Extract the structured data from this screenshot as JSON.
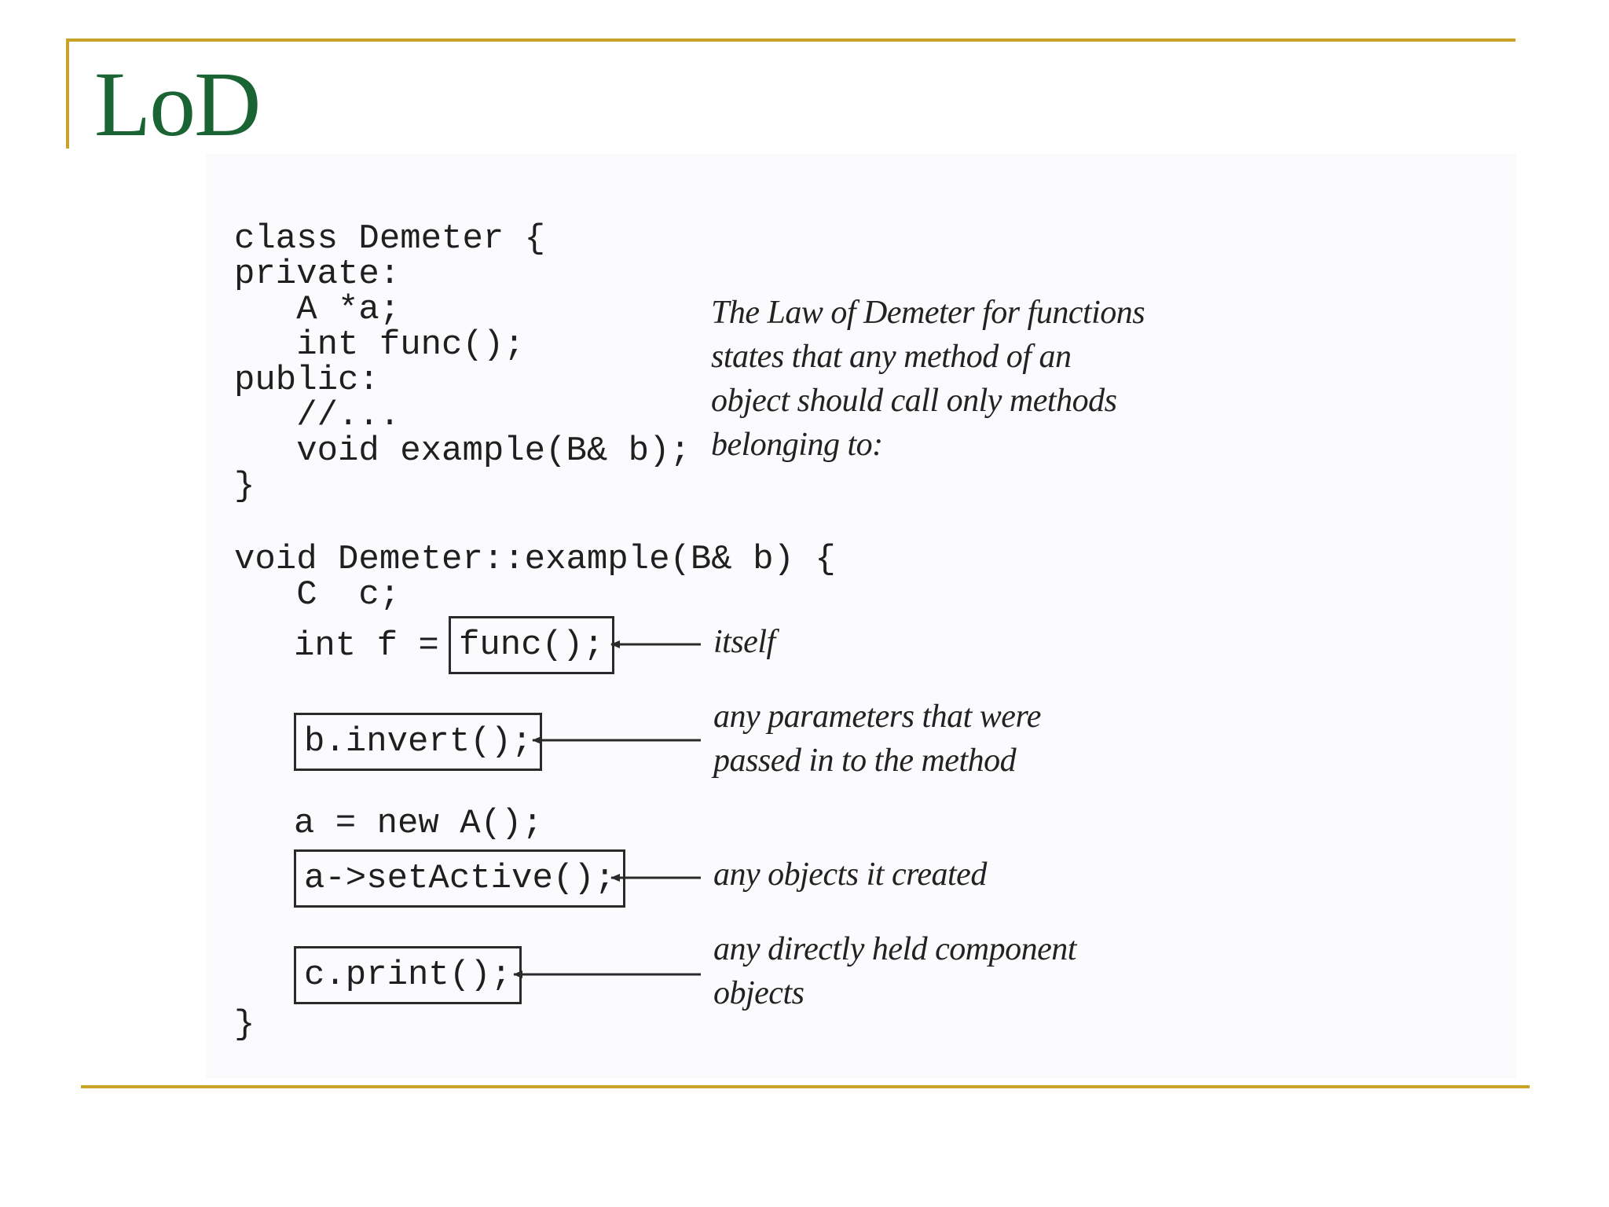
{
  "slide": {
    "title": "LoD"
  },
  "colors": {
    "accent_rule": "#c9a227",
    "title": "#1a6433"
  },
  "figure": {
    "class_code": "class Demeter {\nprivate:\n   A *a;\n   int func();\npublic:\n   //...\n   void example(B& b);\n}",
    "method_header": "void Demeter::example(B& b) {\n   C  c;",
    "int_prefix": "int f =",
    "func_call": "func();",
    "invert_call": "b.invert();",
    "new_stmt": "a = new A();",
    "setactive_call": "a->setActive();",
    "print_call": "c.print();",
    "closing_brace": "}",
    "description": "The Law of Demeter for functions\nstates that any method of an\nobject should call only methods\nbelonging to:",
    "rules": [
      {
        "label": "itself"
      },
      {
        "label": "any parameters that were\npassed in to the method"
      },
      {
        "label": "any objects it created"
      },
      {
        "label": "any directly held component\nobjects"
      }
    ]
  }
}
